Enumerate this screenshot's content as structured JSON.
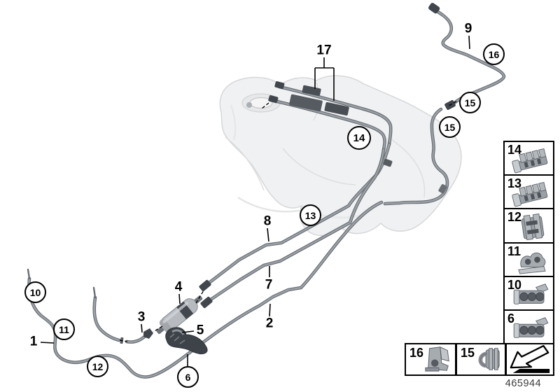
{
  "figure": {
    "description": "Fuel pipe and mounting parts diagram with saddle fuel tank, fuel filter and fuel lines"
  },
  "callouts": {
    "c1": "1",
    "c2": "2",
    "c3": "3",
    "c4": "4",
    "c5": "5",
    "c6": "6",
    "c7": "7",
    "c8": "8",
    "c9": "9",
    "c10": "10",
    "c11": "11",
    "c12": "12",
    "c13": "13",
    "c14": "14",
    "c15a": "15",
    "c15b": "15",
    "c16": "16",
    "c17": "17"
  },
  "legend": {
    "column": [
      {
        "label": "14",
        "icon": "quad-tube-clip-icon"
      },
      {
        "label": "13",
        "icon": "quad-tube-clip-icon"
      },
      {
        "label": "12",
        "icon": "stacked-clip-icon"
      },
      {
        "label": "11",
        "icon": "saddle-clip-icon"
      },
      {
        "label": "10",
        "icon": "triple-tube-clip-icon"
      },
      {
        "label": "6",
        "icon": "triple-tube-clip-icon"
      }
    ],
    "bottom": [
      {
        "label": "16",
        "icon": "holder-bracket-clip-icon"
      },
      {
        "label": "15",
        "icon": "pipe-clamp-clip-icon"
      }
    ],
    "arrow_icon": "direction-of-travel-arrow-icon"
  },
  "footer": {
    "diagram_number": "465944"
  },
  "colors": {
    "background": "#ffffff",
    "pipe_outline": "#686d73",
    "pipe_core": "#9aa0a5",
    "tank_fill": "#f0f1f2",
    "tank_line": "#d6d7d9",
    "dark_hardware": "#41464c",
    "box_border": "#000000",
    "footer_text": "#3b3b3b"
  }
}
